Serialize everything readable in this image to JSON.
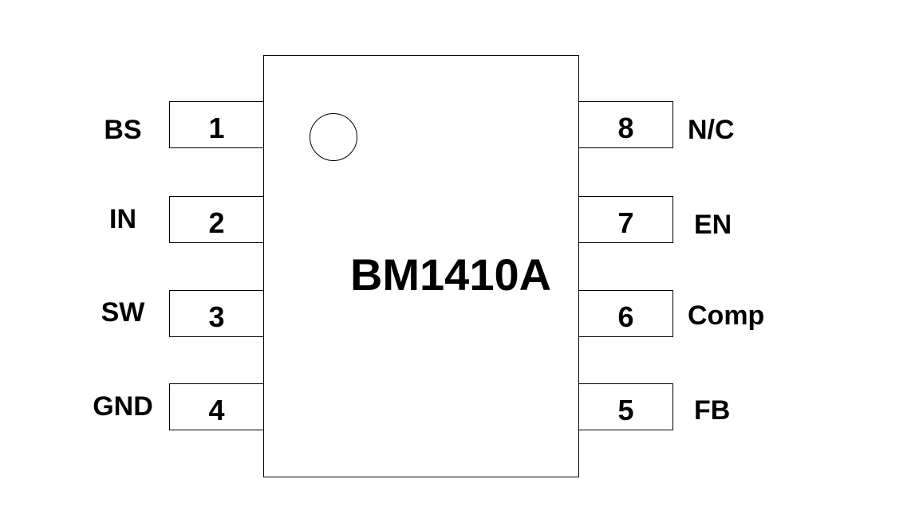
{
  "chip": {
    "name": "BM1410A"
  },
  "pins": [
    {
      "number": "1",
      "label": "BS"
    },
    {
      "number": "2",
      "label": "IN"
    },
    {
      "number": "3",
      "label": "SW"
    },
    {
      "number": "4",
      "label": "GND"
    },
    {
      "number": "5",
      "label": "FB"
    },
    {
      "number": "6",
      "label": "Comp"
    },
    {
      "number": "7",
      "label": "EN"
    },
    {
      "number": "8",
      "label": "N/C"
    }
  ]
}
